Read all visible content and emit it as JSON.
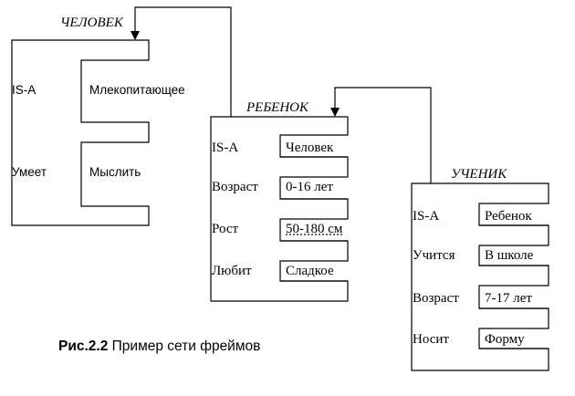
{
  "frames": {
    "chelovek": {
      "title": "ЧЕЛОВЕК",
      "slots": [
        {
          "name": "IS-A",
          "value": "Млекопитающее"
        },
        {
          "name": "Умеет",
          "value": "Мыслить"
        }
      ]
    },
    "rebenok": {
      "title": "РЕБЕНОК",
      "slots": [
        {
          "name": "IS-A",
          "value": "Человек"
        },
        {
          "name": "Возраст",
          "value": "0-16 лет"
        },
        {
          "name": "Рост",
          "value": "50-180 см"
        },
        {
          "name": "Любит",
          "value": "Сладкое"
        }
      ]
    },
    "uchenik": {
      "title": "УЧЕНИК",
      "slots": [
        {
          "name": "IS-A",
          "value": "Ребенок"
        },
        {
          "name": "Учится",
          "value": "В школе"
        },
        {
          "name": "Возраст",
          "value": "7-17 лет"
        },
        {
          "name": "Носит",
          "value": "Форму"
        }
      ]
    }
  },
  "caption": {
    "number": "Рис.2.2",
    "text": " Пример сети фреймов"
  }
}
